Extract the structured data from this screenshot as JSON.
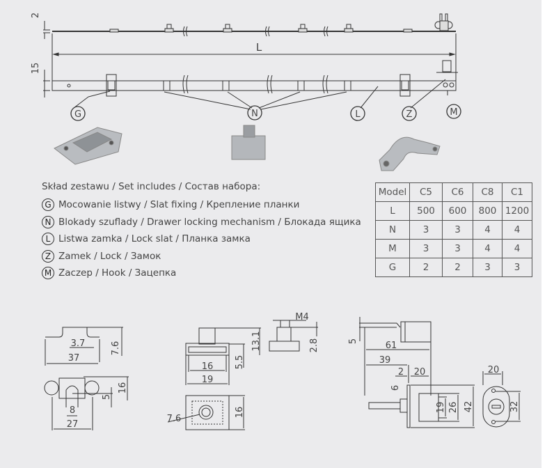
{
  "overview": {
    "dim_thickness": "2",
    "dim_length": "L",
    "dim_height": "15",
    "callouts": [
      "G",
      "N",
      "L",
      "Z",
      "M"
    ]
  },
  "set": {
    "heading": "Skład zestawu / Set includes / Состав набора:",
    "items": [
      {
        "key": "G",
        "label": "Mocowanie listwy / Slat fixing / Крепление планки"
      },
      {
        "key": "N",
        "label": "Blokady szuflady / Drawer locking mechanism / Блокада ящика"
      },
      {
        "key": "L",
        "label": "Listwa zamka / Lock slat / Планка замка"
      },
      {
        "key": "Z",
        "label": "Zamek / Lock / Замок"
      },
      {
        "key": "M",
        "label": "Zaczep  / Hook / Зацепка"
      }
    ]
  },
  "table": {
    "header": [
      "Model",
      "C5",
      "C6",
      "C8",
      "C1"
    ],
    "rows": [
      [
        "L",
        "500",
        "600",
        "800",
        "1200"
      ],
      [
        "N",
        "3",
        "3",
        "4",
        "4"
      ],
      [
        "M",
        "3",
        "3",
        "4",
        "4"
      ],
      [
        "G",
        "2",
        "2",
        "3",
        "3"
      ]
    ]
  },
  "hook_drawing": {
    "d1": "3.7",
    "d2": "37",
    "d3": "7.6",
    "d4": "16",
    "d5": "5",
    "d6": "8",
    "d7": "27"
  },
  "block_drawing": {
    "d1": "13.1",
    "d2": "5.5",
    "d3": "16",
    "d4": "19",
    "d5": "M4",
    "d6": "2.8",
    "d7": "7.6",
    "d8": "16"
  },
  "lock_drawing": {
    "d1": "5",
    "d2": "61",
    "d3": "39",
    "d4": "2",
    "d5": "20",
    "d6": "6",
    "d7": "19",
    "d8": "26",
    "d9": "42",
    "d10": "20",
    "d11": "32"
  }
}
